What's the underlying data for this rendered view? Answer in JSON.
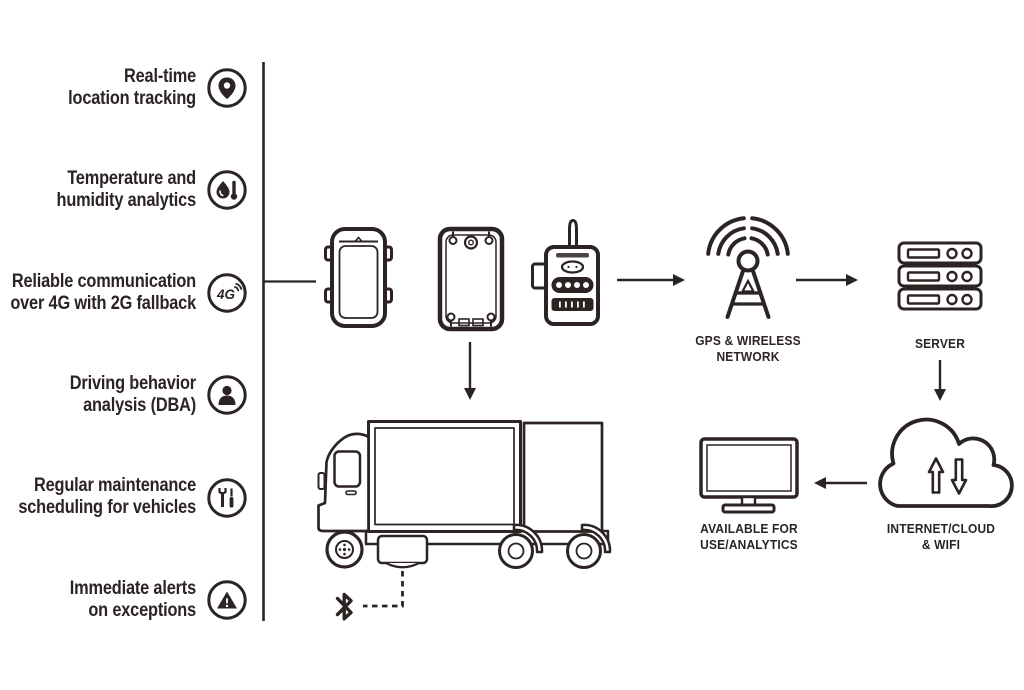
{
  "colors": {
    "ink": "#2b2423",
    "background": "#ffffff"
  },
  "features": [
    {
      "line1": "Real-time",
      "line2": "location tracking",
      "icon": "location-pin-icon"
    },
    {
      "line1": "Temperature and",
      "line2": "humidity analytics",
      "icon": "thermometer-droplet-icon"
    },
    {
      "line1": "Reliable communication",
      "line2": "over 4G with 2G fallback",
      "icon": "4g-signal-icon",
      "icon_text": "4G"
    },
    {
      "line1": "Driving behavior",
      "line2": "analysis (DBA)",
      "icon": "driver-person-icon"
    },
    {
      "line1": "Regular maintenance",
      "line2": "scheduling for vehicles",
      "icon": "tools-icon"
    },
    {
      "line1": "Immediate alerts",
      "line2": "on exceptions",
      "icon": "warning-triangle-icon"
    }
  ],
  "flow": {
    "network": {
      "line1": "GPS & WIRELESS",
      "line2": "NETWORK"
    },
    "server": {
      "label": "SERVER"
    },
    "cloud": {
      "line1": "INTERNET/CLOUD",
      "line2": "& WIFI"
    },
    "monitor": {
      "line1": "AVAILABLE FOR",
      "line2": "USE/ANALYTICS"
    }
  }
}
